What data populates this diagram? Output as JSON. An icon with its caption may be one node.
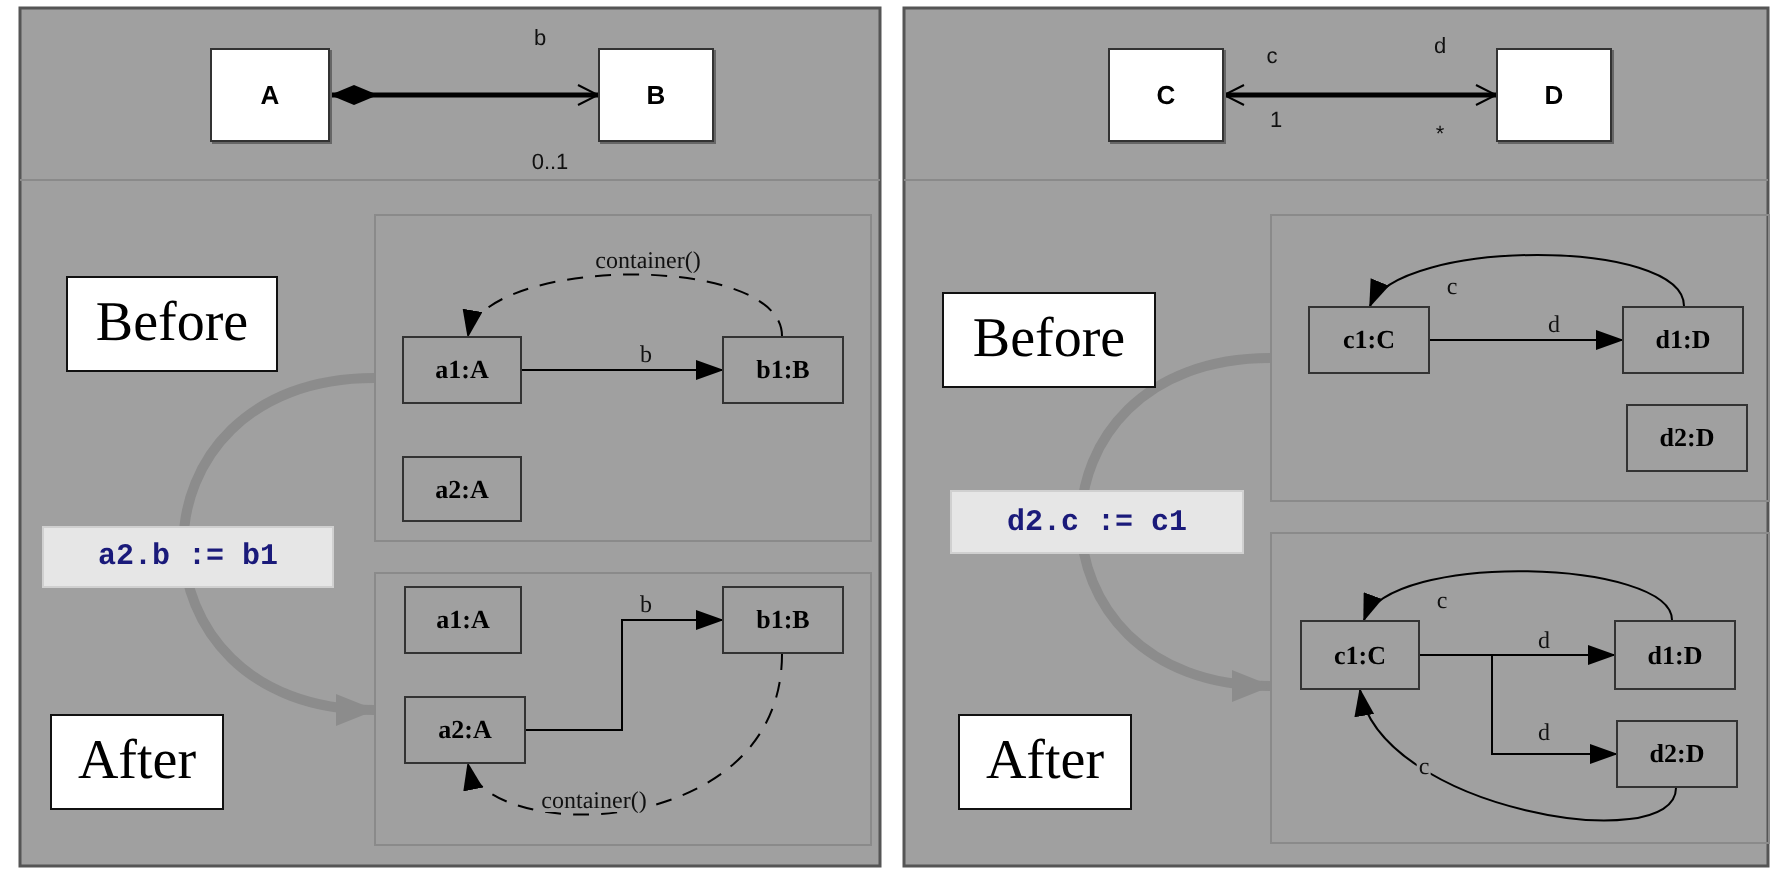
{
  "diagram": {
    "nodes": [
      {
        "text": [
          "A"
        ]
      },
      {
        "text": [
          "B"
        ]
      },
      {
        "text": [
          "C"
        ]
      },
      {
        "text": [
          "D"
        ]
      },
      {
        "text": [
          "Before"
        ]
      },
      {
        "text": [],
        "shape": "box"
      },
      {
        "text": [
          "a1:A"
        ],
        "in": 5
      },
      {
        "text": [
          "b1:B"
        ],
        "in": 5
      },
      {
        "text": [
          "a2:A"
        ],
        "in": 5
      },
      {
        "text": [],
        "shape": "box"
      },
      {
        "text": [
          "a1:A"
        ],
        "in": 9
      },
      {
        "text": [
          "a2:A"
        ],
        "in": 9
      },
      {
        "text": [
          "b1:B"
        ],
        "in": 9
      },
      {
        "text": [
          "After"
        ]
      },
      {
        "text": [
          "Before"
        ]
      },
      {
        "text": [],
        "shape": "box"
      },
      {
        "text": [
          "c1:C"
        ],
        "in": 15
      },
      {
        "text": [
          "d1:D"
        ],
        "in": 15
      },
      {
        "text": [
          "d2:D"
        ],
        "in": 15
      },
      {
        "text": [],
        "shape": "box"
      },
      {
        "text": [
          "c1:C"
        ],
        "in": 19
      },
      {
        "text": [
          "d1:D"
        ],
        "in": 19
      },
      {
        "text": [
          "d2:D"
        ],
        "in": 19
      },
      {
        "text": [
          "After"
        ]
      }
    ],
    "edges": [
      {
        "from": 0,
        "to": 1,
        "arrow": "to",
        "style": "thick"
      },
      {
        "from": 2,
        "to": 3,
        "arrow": "both",
        "style": "thick"
      },
      {
        "from": 6,
        "to": 7,
        "arrow": "to",
        "label": "b"
      },
      {
        "from": 7,
        "to": 6,
        "arrow": "to",
        "label": "container()",
        "style": "dashed"
      },
      {
        "from": 5,
        "to": 9,
        "arrow": "to",
        "label": "a2.b := b1",
        "style": "thick",
        "color": "#8c8c8c"
      },
      {
        "from": 11,
        "to": 12,
        "arrow": "to",
        "label": "b"
      },
      {
        "from": 12,
        "to": 11,
        "arrow": "to",
        "label": "container()",
        "style": "dashed"
      },
      {
        "from": 16,
        "to": 17,
        "arrow": "to",
        "label": "d"
      },
      {
        "from": 17,
        "to": 16,
        "arrow": "to",
        "label": "c"
      },
      {
        "from": 15,
        "to": 19,
        "arrow": "to",
        "label": "d2.c := c1",
        "style": "thick",
        "color": "#8c8c8c"
      },
      {
        "from": 20,
        "to": 21,
        "arrow": "to",
        "label": "d"
      },
      {
        "from": 20,
        "to": 22,
        "arrow": "to",
        "label": "d"
      },
      {
        "from": 21,
        "to": 20,
        "arrow": "to",
        "label": "c"
      },
      {
        "from": 22,
        "to": 20,
        "arrow": "to",
        "label": "c"
      }
    ],
    "labels": [
      "b",
      "0..1",
      "c",
      "1",
      "d",
      "*"
    ]
  }
}
